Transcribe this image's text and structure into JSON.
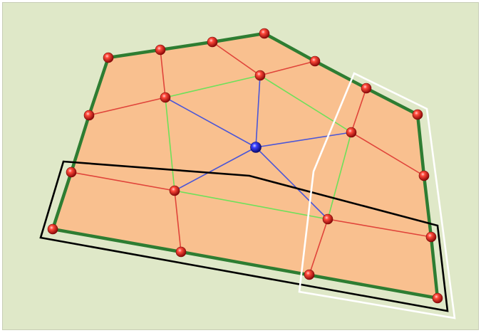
{
  "colors": {
    "background": "#dfe8c8",
    "region_fill": "#f9c08f",
    "boundary": "#2e7d32",
    "red_edge": "#e0443a",
    "green_edge": "#6ee05a",
    "blue_edge": "#4a56d8",
    "red_node": "#e02020",
    "blue_node": "#1a1ad8",
    "black_outline": "#000000",
    "white_outline": "#ffffff"
  },
  "diagram": {
    "boundary_node_count": 15,
    "interior_node_count": 6,
    "center_node_count": 1,
    "overlays": [
      "black-quadrilateral",
      "white-polygon"
    ]
  }
}
